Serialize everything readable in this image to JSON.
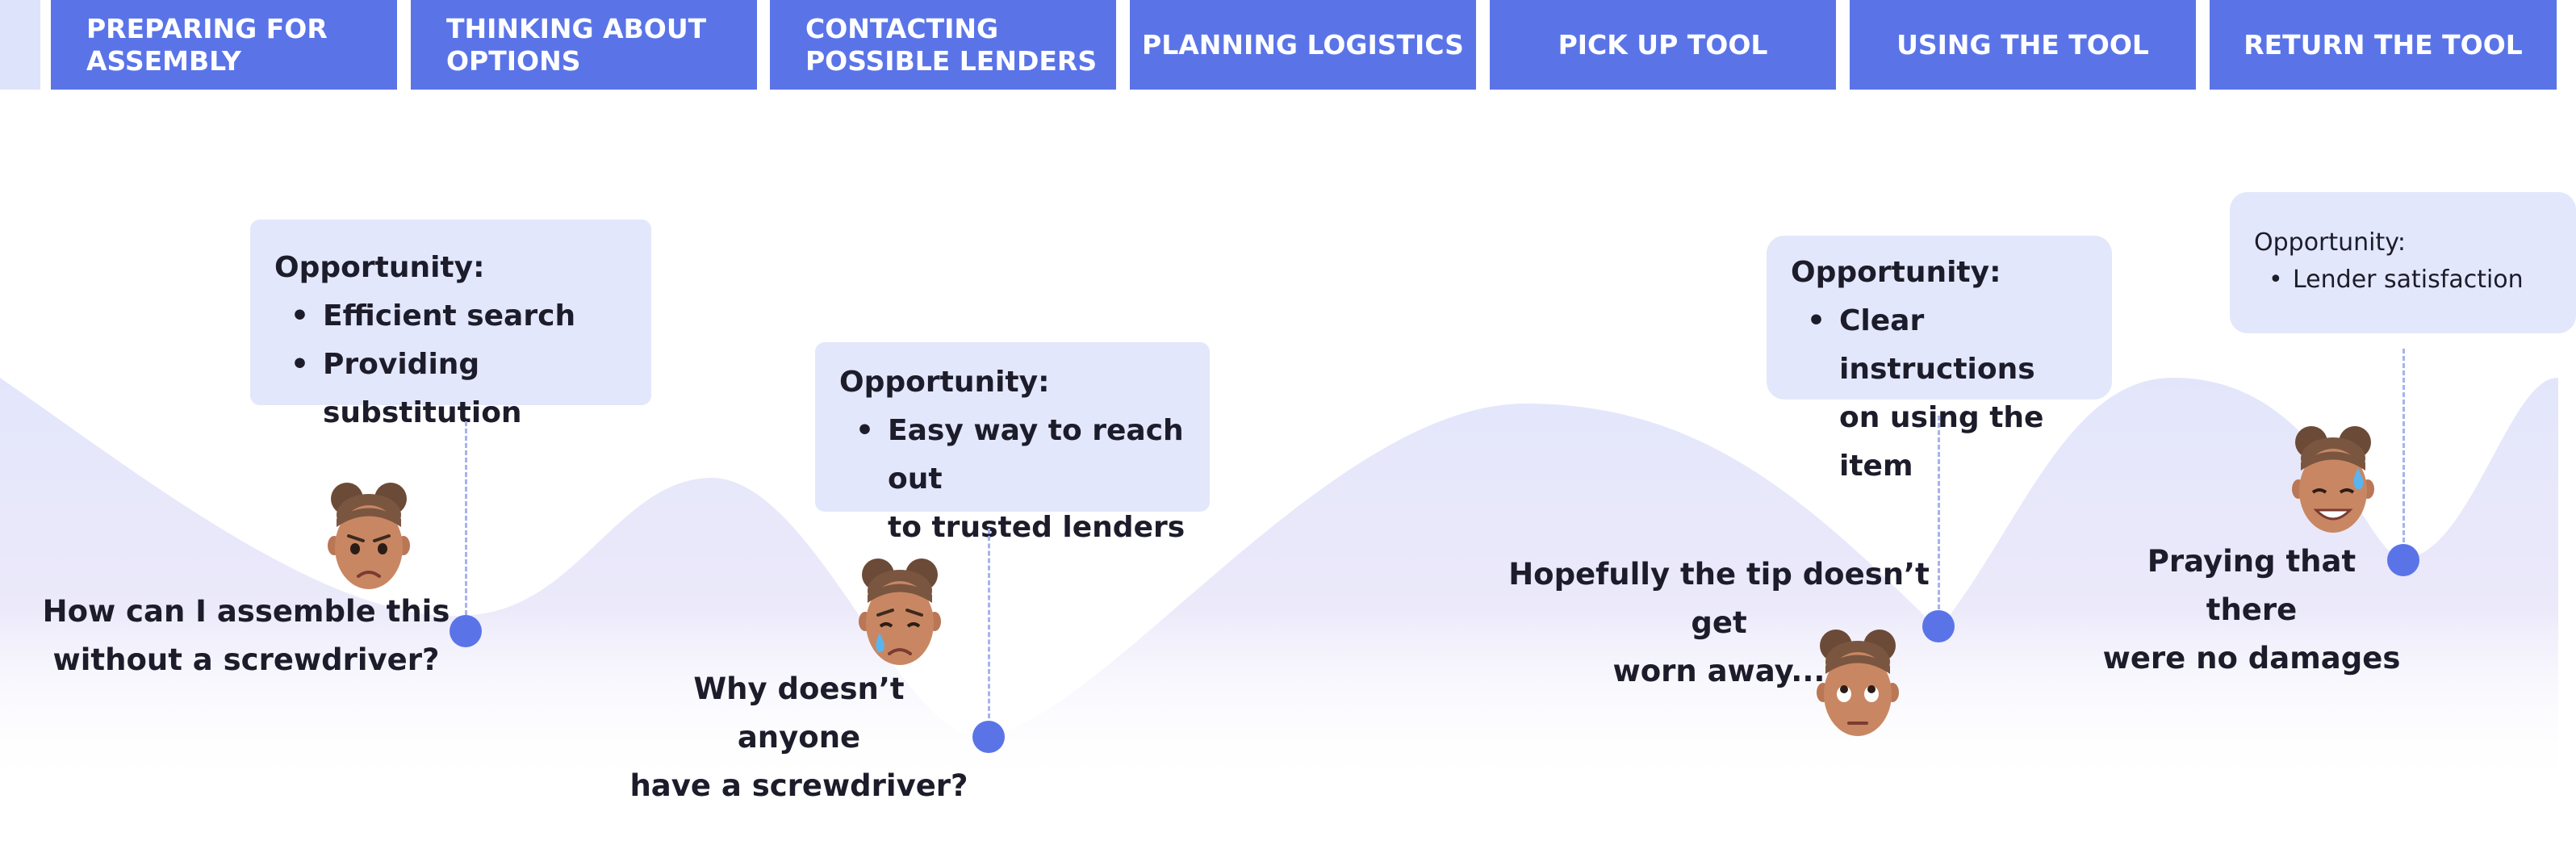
{
  "stages": [
    {
      "label": "PREPARING FOR\nASSEMBLY"
    },
    {
      "label": "THINKING ABOUT\nOPTIONS"
    },
    {
      "label": "CONTACTING\nPOSSIBLE LENDERS"
    },
    {
      "label": "PLANNING LOGISTICS"
    },
    {
      "label": "PICK UP TOOL"
    },
    {
      "label": "USING THE TOOL"
    },
    {
      "label": "RETURN THE TOOL"
    }
  ],
  "opportunities": [
    {
      "title": "Opportunity:",
      "items": [
        "Efficient search",
        "Providing substitution"
      ]
    },
    {
      "title": "Opportunity:",
      "items": [
        "Easy way to reach out",
        "to trusted lenders"
      ]
    },
    {
      "title": "Opportunity:",
      "items": [
        "Clear instructions",
        "on using the item"
      ]
    },
    {
      "title": "Opportunity:",
      "items": [
        "Lender satisfaction"
      ]
    }
  ],
  "quotes": [
    {
      "text": "How can I assemble this\nwithout a screwdriver?"
    },
    {
      "text": "Why doesn’t anyone\nhave a screwdriver?"
    },
    {
      "text": "Hopefully the tip doesn’t get\nworn away..."
    },
    {
      "text": "Praying that there\nwere no damages"
    }
  ],
  "personas": [
    {
      "emotion": "sad",
      "icon": "sad-face-icon"
    },
    {
      "emotion": "crying",
      "icon": "crying-face-icon"
    },
    {
      "emotion": "worried",
      "icon": "worried-face-icon"
    },
    {
      "emotion": "relieved",
      "icon": "relieved-smiling-face-icon"
    }
  ],
  "colors": {
    "accent": "#5a74e8",
    "box_fill": "#e3e7fb",
    "curve_fill_top": "#e5e8fb",
    "curve_fill_bottom": "#fdfbff",
    "text": "#1c1c2b",
    "connector": "#a6b2ef"
  }
}
